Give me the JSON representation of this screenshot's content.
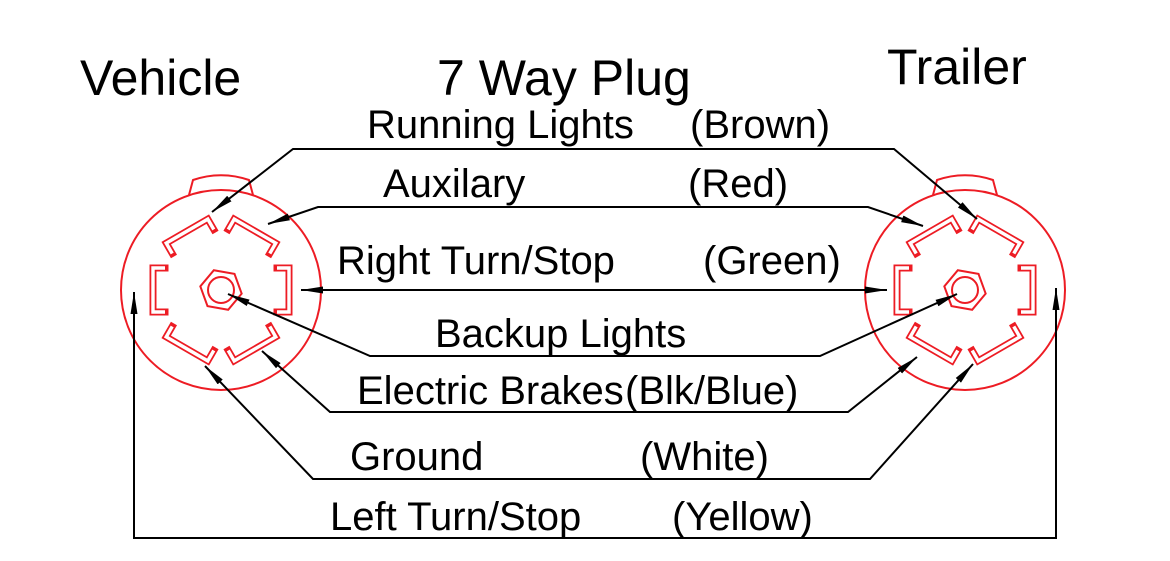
{
  "header": {
    "left": "Vehicle",
    "title": "7 Way Plug",
    "right": "Trailer"
  },
  "wires": [
    {
      "name": "Running Lights",
      "color": "(Brown)"
    },
    {
      "name": "Auxilary",
      "color": "(Red)"
    },
    {
      "name": "Right Turn/Stop",
      "color": "(Green)"
    },
    {
      "name": "Backup Lights",
      "color": ""
    },
    {
      "name": "Electric Brakes",
      "color": "(Blk/Blue)"
    },
    {
      "name": "Ground",
      "color": "(White)"
    },
    {
      "name": "Left Turn/Stop",
      "color": "(Yellow)"
    }
  ],
  "colors": {
    "connector_red": "#ed1c24",
    "wire_black": "#000000",
    "background": "#ffffff"
  }
}
